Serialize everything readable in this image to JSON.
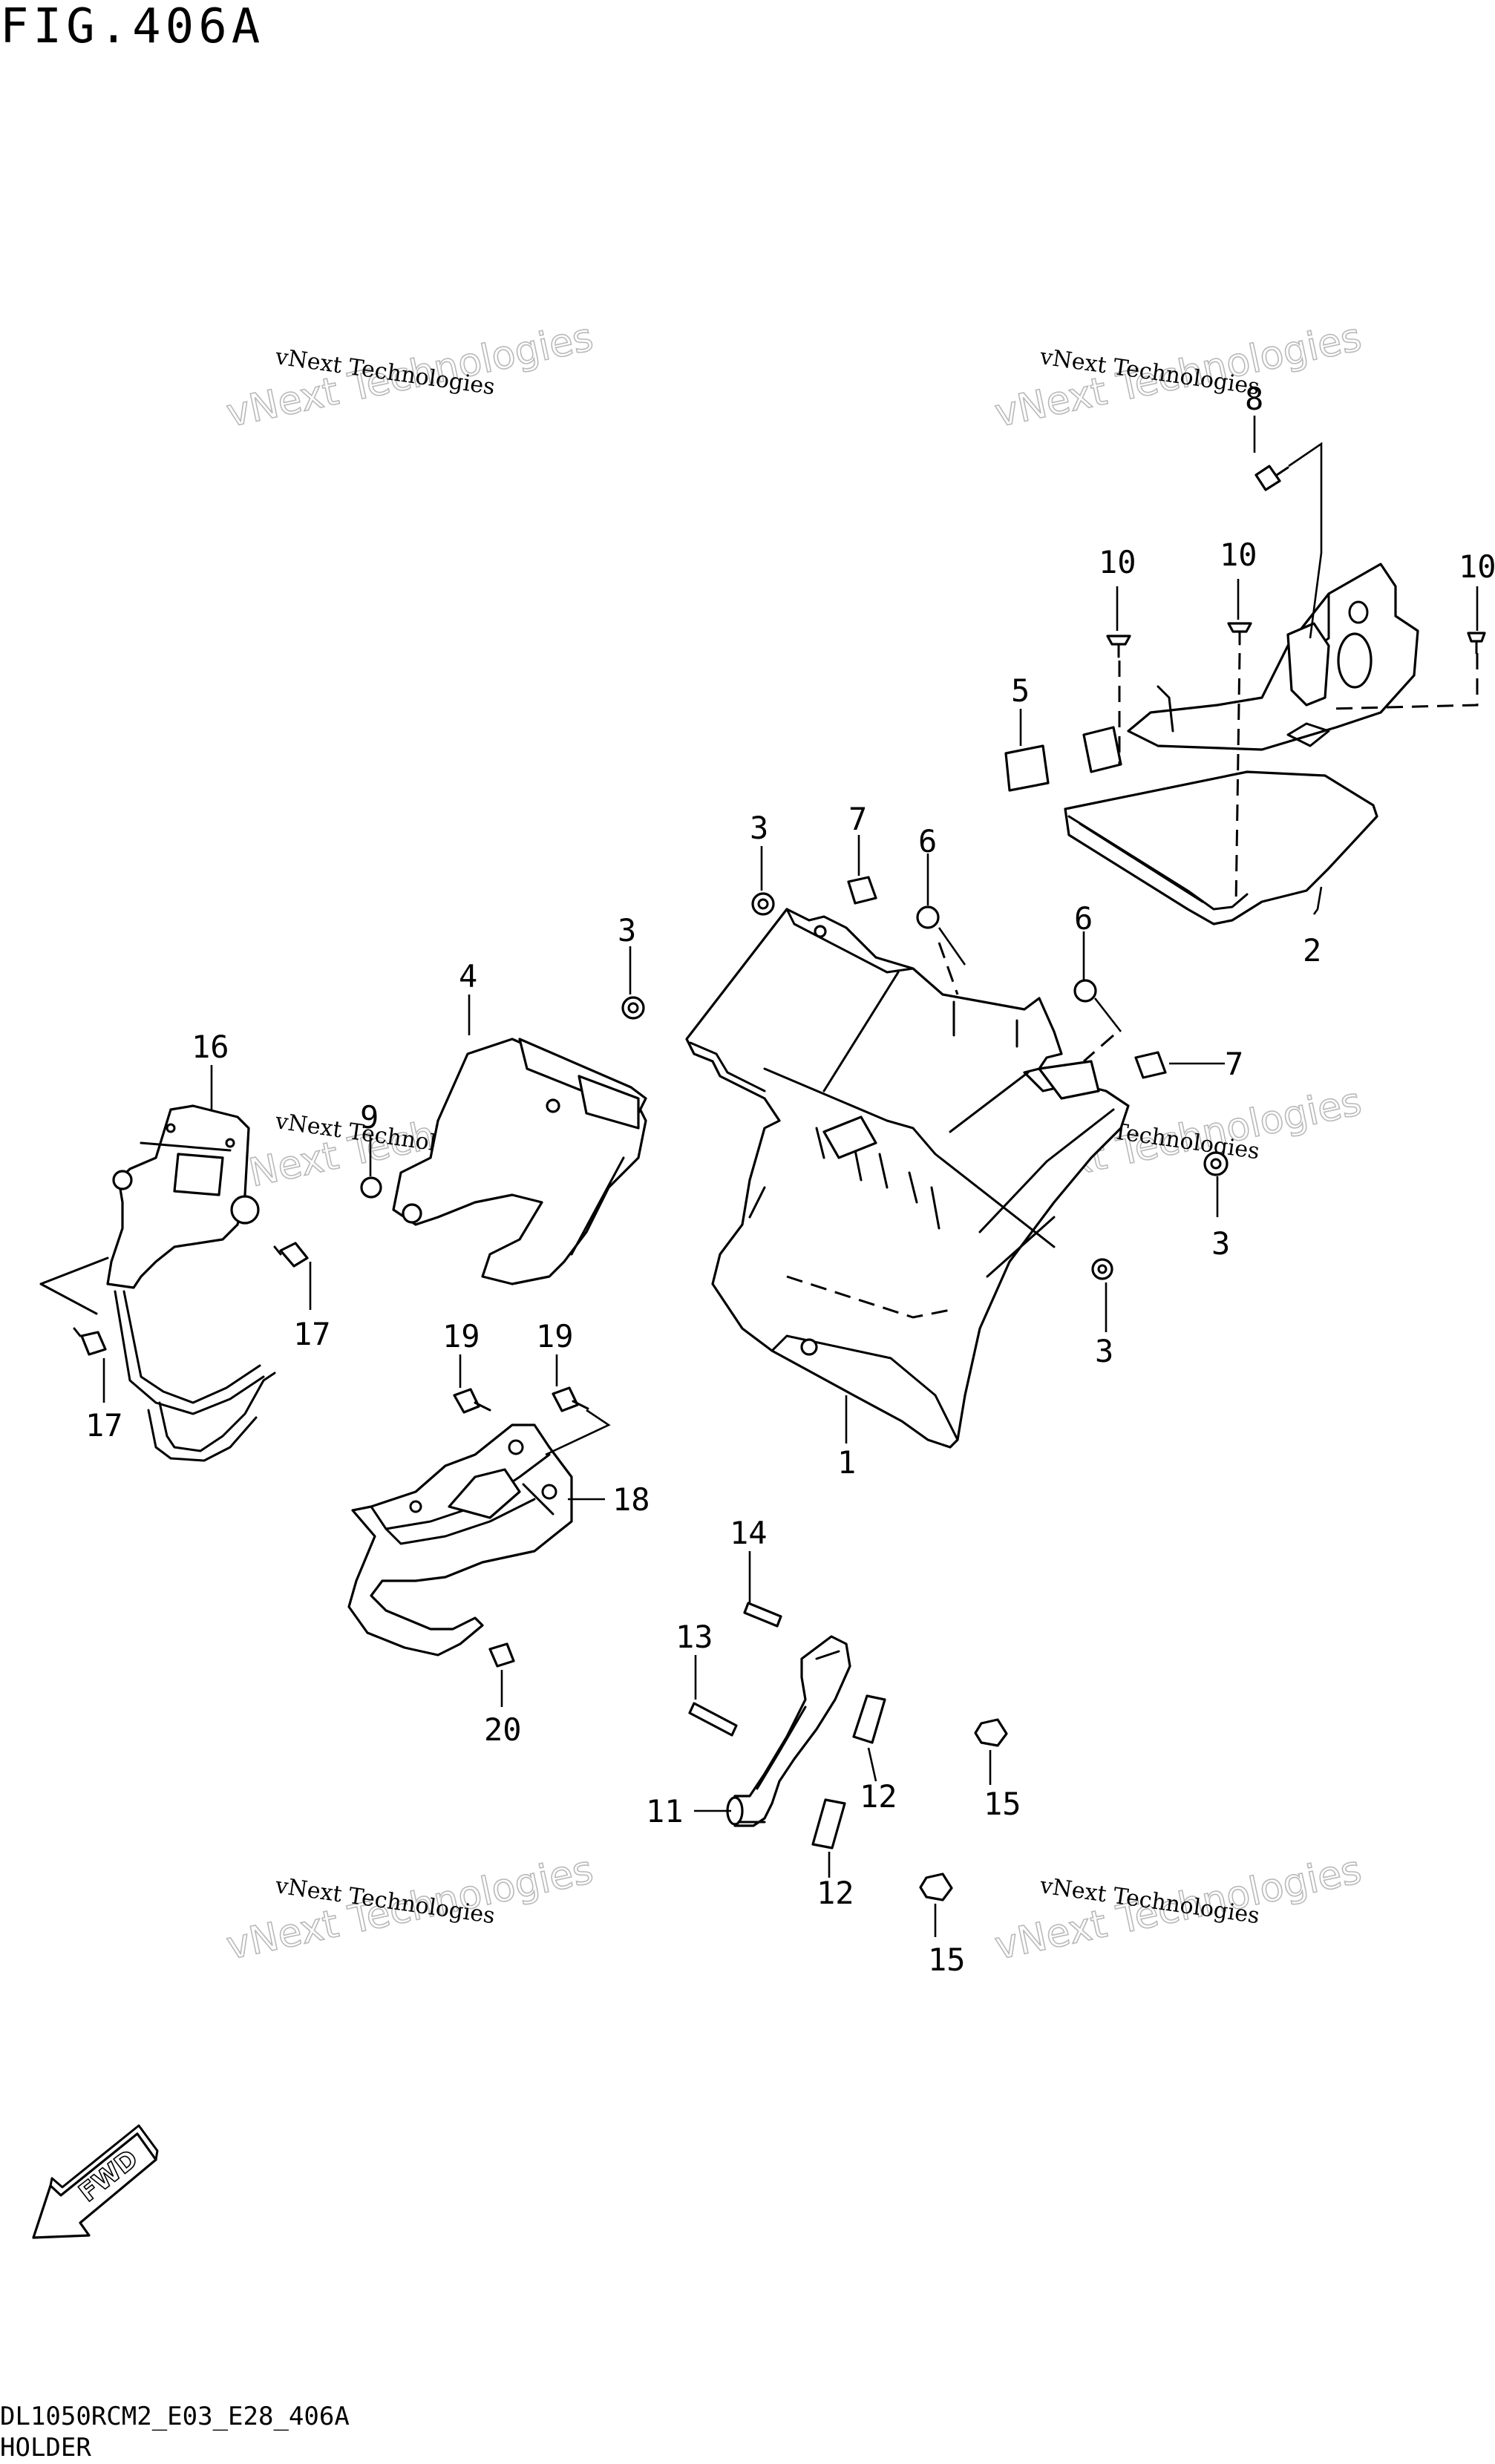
{
  "figure": {
    "title": "FIG.406A",
    "model_code": "DL1050RCM2_E03_E28_406A",
    "section_name": "HOLDER"
  },
  "watermark": {
    "line1": "vNext Technologies",
    "line2": "vNext Technologies"
  },
  "fwd_label": "FWD",
  "callouts": [
    {
      "id": "c1",
      "label": "1"
    },
    {
      "id": "c2",
      "label": "2"
    },
    {
      "id": "c3a",
      "label": "3"
    },
    {
      "id": "c3b",
      "label": "3"
    },
    {
      "id": "c3c",
      "label": "3"
    },
    {
      "id": "c3d",
      "label": "3"
    },
    {
      "id": "c4",
      "label": "4"
    },
    {
      "id": "c5",
      "label": "5"
    },
    {
      "id": "c6a",
      "label": "6"
    },
    {
      "id": "c6b",
      "label": "6"
    },
    {
      "id": "c7a",
      "label": "7"
    },
    {
      "id": "c7b",
      "label": "7"
    },
    {
      "id": "c8",
      "label": "8"
    },
    {
      "id": "c9",
      "label": "9"
    },
    {
      "id": "c10a",
      "label": "10"
    },
    {
      "id": "c10b",
      "label": "10"
    },
    {
      "id": "c10c",
      "label": "10"
    },
    {
      "id": "c11",
      "label": "11"
    },
    {
      "id": "c12a",
      "label": "12"
    },
    {
      "id": "c12b",
      "label": "12"
    },
    {
      "id": "c13",
      "label": "13"
    },
    {
      "id": "c14",
      "label": "14"
    },
    {
      "id": "c15a",
      "label": "15"
    },
    {
      "id": "c15b",
      "label": "15"
    },
    {
      "id": "c16",
      "label": "16"
    },
    {
      "id": "c17a",
      "label": "17"
    },
    {
      "id": "c17b",
      "label": "17"
    },
    {
      "id": "c18",
      "label": "18"
    },
    {
      "id": "c19a",
      "label": "19"
    },
    {
      "id": "c19b",
      "label": "19"
    },
    {
      "id": "c20",
      "label": "20"
    }
  ]
}
